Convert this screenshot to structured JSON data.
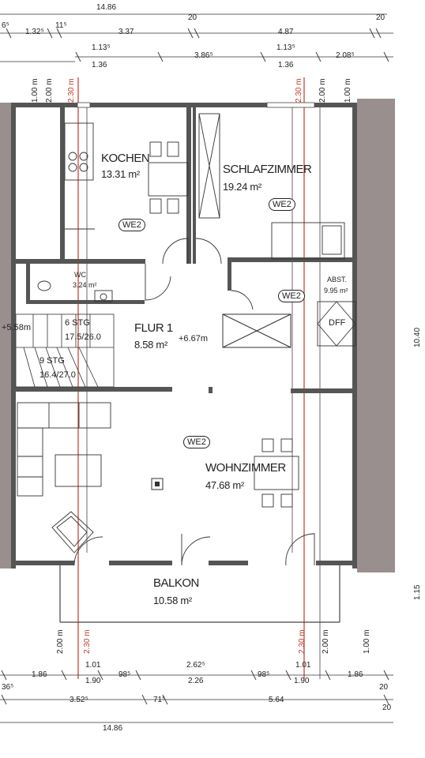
{
  "rooms": {
    "kochen": {
      "name": "KOCHEN",
      "area": "13.31",
      "unit": "m²"
    },
    "schlafzimmer": {
      "name": "SCHLAFZIMMER",
      "area": "19.24",
      "unit": "m²"
    },
    "wc": {
      "name": "WC",
      "area": "3.24",
      "unit": "m²"
    },
    "abst": {
      "name": "ABST.",
      "area": "9.95",
      "unit": "m²"
    },
    "flur": {
      "name": "FLUR 1",
      "area": "8.58",
      "unit": "m²"
    },
    "wohnzimmer": {
      "name": "WOHNZIMMER",
      "area": "47.68",
      "unit": "m²"
    },
    "balkon": {
      "name": "BALKON",
      "area": "10.58",
      "unit": "m²"
    }
  },
  "unit_tags": [
    "WE2",
    "WE2",
    "WE2",
    "WE2"
  ],
  "levels": {
    "left": "+5.58m",
    "flur": "+6.67m"
  },
  "stairs": {
    "upper": "6 STG",
    "upper_ratio": "17.5/26.0",
    "lower": "9 STG",
    "lower_ratio": "16.4/27.0"
  },
  "hatch": "DFF",
  "dims_top": {
    "row1": [
      "14.86"
    ],
    "row2": [
      "6⁵",
      "1.32⁵",
      "11⁵",
      "3.37",
      "20",
      "4.87",
      "20"
    ],
    "row3": [
      "1.13⁵",
      "3.86⁵",
      "1.13⁵",
      "2.08⁵"
    ],
    "row4": [
      "1.36",
      "1.36"
    ]
  },
  "dims_bottom": {
    "row1": [
      "1.86",
      "1.01",
      "98⁵",
      "2.62⁵",
      "98⁵",
      "1.01",
      "1.86"
    ],
    "row2": [
      "36⁵",
      "1.90",
      "2.26",
      "1.90",
      "20"
    ],
    "row3": [
      "3.52⁵",
      "71⁵",
      "5.64",
      "20"
    ],
    "row4": [
      "14.86"
    ]
  },
  "heights_top": [
    "1.00 m",
    "2.00 m",
    "2.30 m",
    "2.30 m",
    "2.00 m",
    "1.00 m"
  ],
  "heights_bottom": [
    "2.00 m",
    "2.30 m",
    "2.30 m",
    "2.00 m",
    "1.00 m"
  ],
  "right_edge": [
    "10.40",
    "1.15"
  ]
}
